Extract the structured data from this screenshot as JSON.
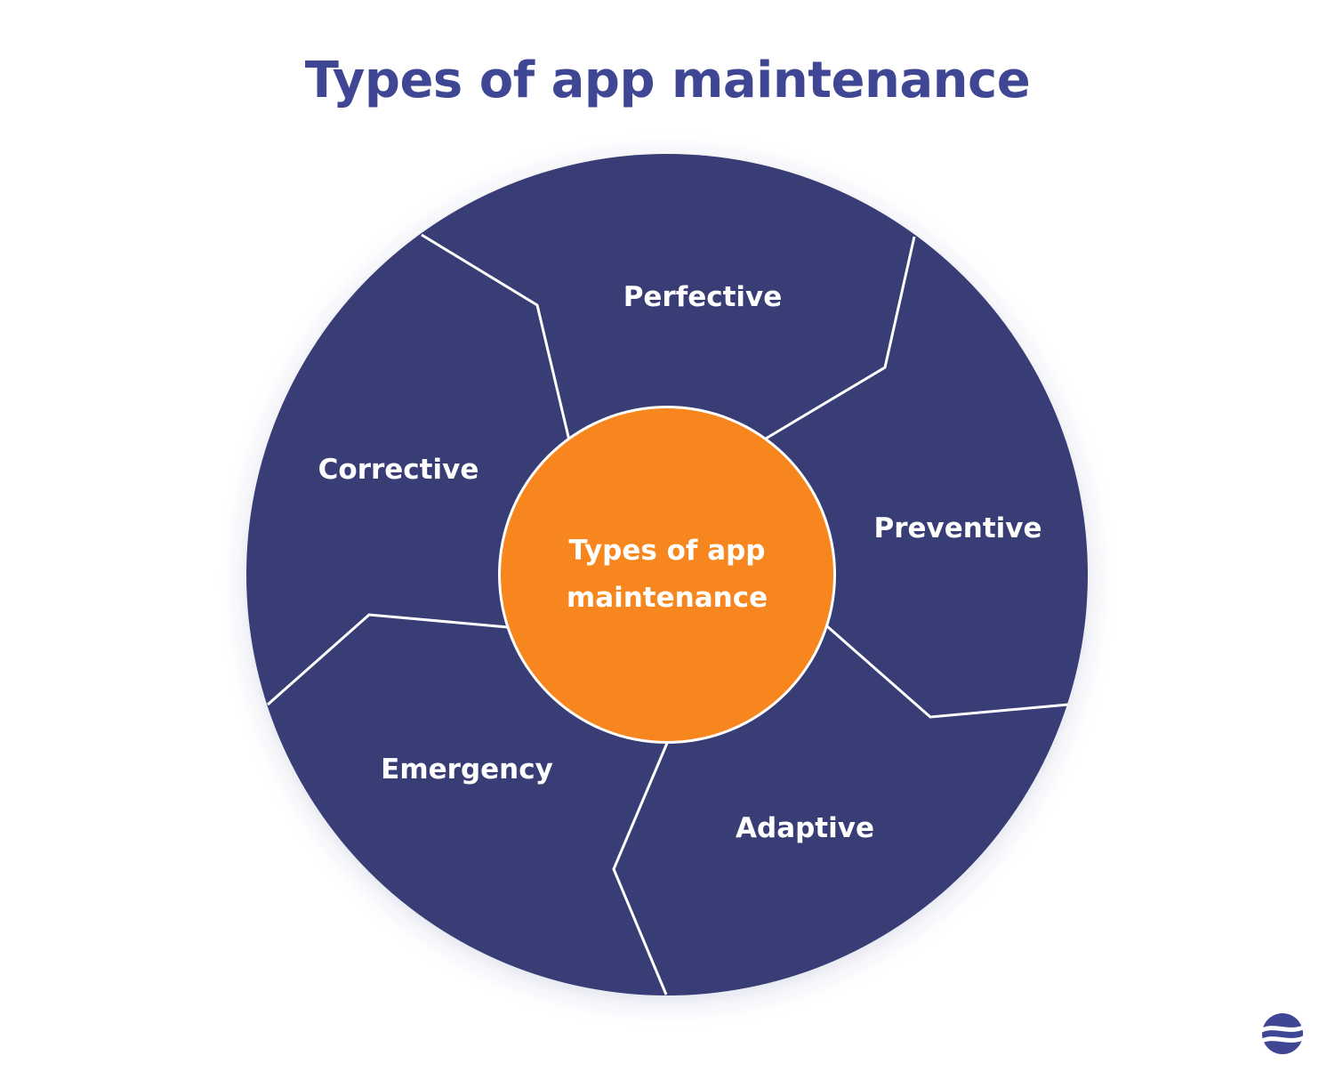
{
  "title": "Types of app maintenance",
  "center": {
    "line1": "Types of app",
    "line2": "maintenance",
    "color": "#f7861e"
  },
  "segments": [
    {
      "label": "Perfective"
    },
    {
      "label": "Preventive"
    },
    {
      "label": "Adaptive"
    },
    {
      "label": "Emergency"
    },
    {
      "label": "Corrective"
    }
  ],
  "colors": {
    "title": "#3f4795",
    "segment": "#383c75",
    "divider": "#ffffff",
    "label": "#ffffff"
  },
  "logo": {
    "icon": "company-logo-icon"
  }
}
